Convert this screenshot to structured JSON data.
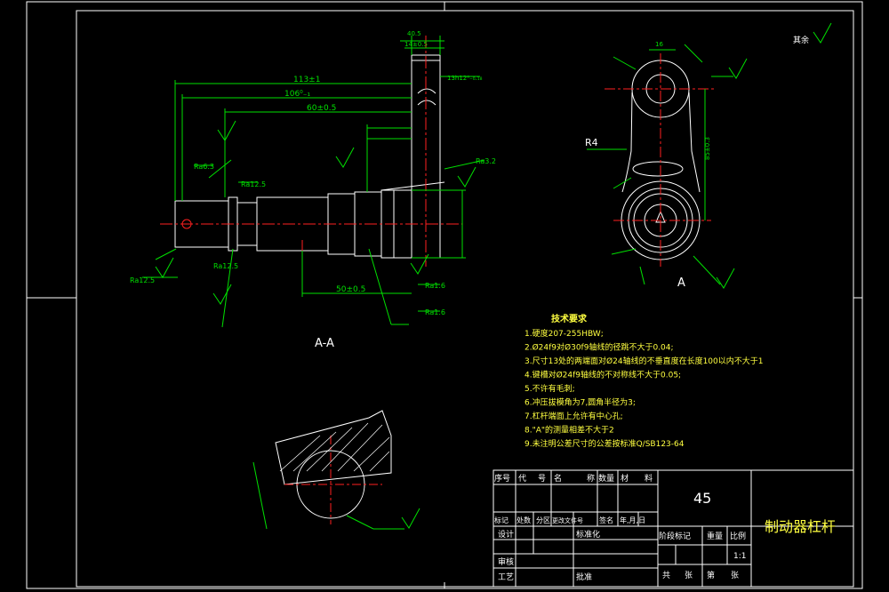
{
  "part_name": "制动器杠杆",
  "material": "45",
  "scale": "1:1",
  "section_label": "A-A",
  "view_label": "A",
  "roughness_other": "其余",
  "tech_title": "技术要求",
  "tech_items": [
    "1.硬度207-255HBW;",
    "2.Ø24f9对Ø30f9轴线的径跳不大于0.04;",
    "3.尺寸13处的两端面对Ø24轴线的不垂直度在长度100以内不大于1",
    "4.键槽对Ø24f9轴线的不对称线不大于0.05;",
    "5.不许有毛刺;",
    "6.冲压拔模角为7,圆角半径为3;",
    "7.杠杆端面上允许有中心孔;",
    "8.\"A\"的测量相差不大于2",
    "9.未注明公差尺寸的公差按标准Q/SB123-64"
  ],
  "dims": {
    "d113": "113±1",
    "d106": "106⁰₋₁",
    "d60": "60±0.5",
    "d50": "50±0.5",
    "d40": "40.5",
    "d14": "14±0.5",
    "d13": "13h12⁰₋₀.₁₈",
    "d16": "16",
    "dR4": "R4",
    "d85": "85±0.3"
  },
  "roughness": {
    "ra125a": "Ra12.5",
    "ra125b": "Ra12.5",
    "ra125c": "Ra12.5",
    "ra16a": "Ra1.6",
    "ra16b": "Ra1.6",
    "ra32": "Ra3.2",
    "ra63": "Ra6.3"
  },
  "title_block": {
    "headers": [
      "序号",
      "代",
      "号",
      "名",
      "称",
      "数量",
      "材",
      "料"
    ],
    "change_headers": [
      "标记",
      "处数",
      "分区",
      "更改文件号",
      "签名",
      "年,月,日"
    ],
    "design": "设计",
    "standardize": "标准化",
    "stage_mark": "阶段标记",
    "weight": "重量",
    "ratio": "比例",
    "review": "审核",
    "process": "工艺",
    "approve": "批准",
    "sheets_total": "共",
    "sheet": "张",
    "sheet_no": "第",
    "sheet2": "张"
  }
}
